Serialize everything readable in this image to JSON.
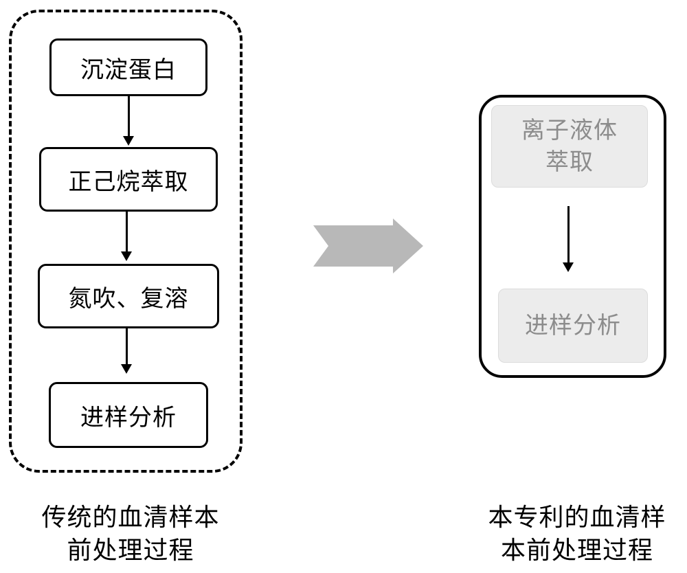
{
  "traditional": {
    "steps": [
      "沉淀蛋白",
      "正己烷萃取",
      "氮吹、复溶",
      "进样分析"
    ],
    "caption_line1": "传统的血清样本",
    "caption_line2": "前处理过程"
  },
  "patent": {
    "step1_line1": "离子液体",
    "step1_line2": "萃取",
    "step2": "进样分析",
    "caption_line1": "本专利的血清样",
    "caption_line2": "本前处理过程"
  },
  "colors": {
    "line": "#000000",
    "transition_arrow": "#b8b8b8",
    "patent_step_fill": "#ececec",
    "patent_step_text": "#8c8c8c"
  }
}
